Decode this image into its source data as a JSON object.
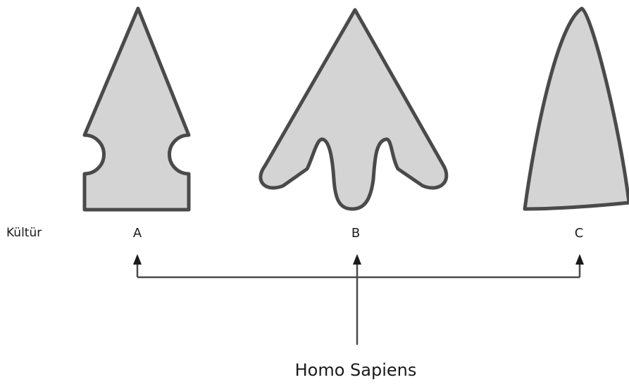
{
  "row_label": "Kültür",
  "items": [
    {
      "letter": "A",
      "shape": "notched-arrowhead-icon"
    },
    {
      "letter": "B",
      "shape": "barbed-arrowhead-icon"
    },
    {
      "letter": "C",
      "shape": "curved-blade-icon"
    }
  ],
  "bottom_label": "Homo Sapiens",
  "colors": {
    "shape_fill": "#d4d4d4",
    "shape_stroke": "#4a4a4a",
    "line": "#4a4a4a",
    "text": "#1a1a1a"
  }
}
